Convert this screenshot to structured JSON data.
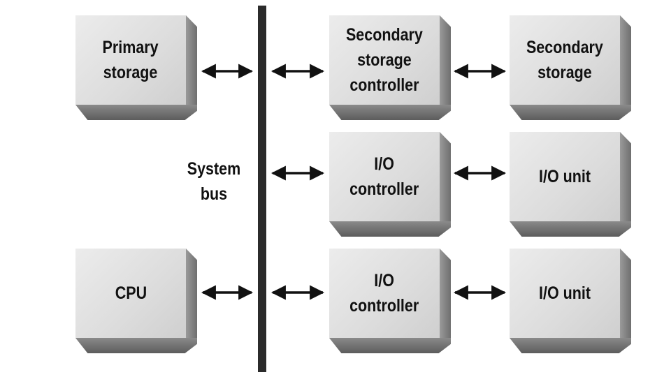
{
  "diagram": {
    "bus_label": "System\nbus",
    "blocks": {
      "primary_storage": "Primary\nstorage",
      "cpu": "CPU",
      "secondary_storage_controller": "Secondary\nstorage\ncontroller",
      "io_controller_1": "I/O\ncontroller",
      "io_controller_2": "I/O\ncontroller",
      "secondary_storage": "Secondary\nstorage",
      "io_unit_1": "I/O unit",
      "io_unit_2": "I/O unit"
    }
  }
}
